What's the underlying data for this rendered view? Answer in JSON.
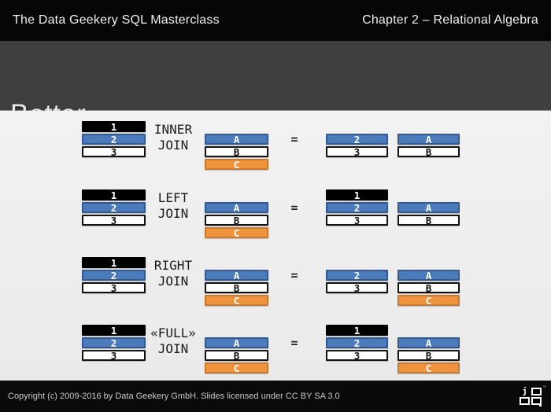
{
  "topbar": {
    "left": "The Data Geekery SQL Masterclass",
    "right": "Chapter 2 – Relational Algebra"
  },
  "title": "Better",
  "equals": "=",
  "colors": {
    "bar_blue": "#4b7bbb",
    "bar_blue_border": "#35598c",
    "bar_orange": "#ef943d",
    "bar_orange_border": "#c67a32",
    "bar_black": "#000000",
    "bar_white": "#ffffff",
    "slide_header_bg": "#3f3f3f",
    "top_bottom_bar_bg": "#060606",
    "content_bg": "#eeeeee"
  },
  "rows": [
    {
      "label_line1": "INNER",
      "label_line2": "JOIN",
      "source_table": [
        {
          "label": "1",
          "color": "black",
          "slot": 1
        },
        {
          "label": "2",
          "color": "blue",
          "slot": 2
        },
        {
          "label": "3",
          "color": "white",
          "slot": 3
        }
      ],
      "middle_table": [
        {
          "label": "A",
          "color": "blue",
          "slot": 2
        },
        {
          "label": "B",
          "color": "white",
          "slot": 3
        },
        {
          "label": "C",
          "color": "orange",
          "slot": 4
        }
      ],
      "result_left": [
        {
          "label": "2",
          "color": "blue",
          "slot": 2
        },
        {
          "label": "3",
          "color": "white",
          "slot": 3
        }
      ],
      "result_right": [
        {
          "label": "A",
          "color": "blue",
          "slot": 2
        },
        {
          "label": "B",
          "color": "white",
          "slot": 3
        }
      ]
    },
    {
      "label_line1": "LEFT",
      "label_line2": "JOIN",
      "source_table": [
        {
          "label": "1",
          "color": "black",
          "slot": 1
        },
        {
          "label": "2",
          "color": "blue",
          "slot": 2
        },
        {
          "label": "3",
          "color": "white",
          "slot": 3
        }
      ],
      "middle_table": [
        {
          "label": "A",
          "color": "blue",
          "slot": 2
        },
        {
          "label": "B",
          "color": "white",
          "slot": 3
        },
        {
          "label": "C",
          "color": "orange",
          "slot": 4
        }
      ],
      "result_left": [
        {
          "label": "1",
          "color": "black",
          "slot": 1
        },
        {
          "label": "2",
          "color": "blue",
          "slot": 2
        },
        {
          "label": "3",
          "color": "white",
          "slot": 3
        }
      ],
      "result_right": [
        {
          "label": "A",
          "color": "blue",
          "slot": 2
        },
        {
          "label": "B",
          "color": "white",
          "slot": 3
        }
      ]
    },
    {
      "label_line1": "RIGHT",
      "label_line2": "JOIN",
      "source_table": [
        {
          "label": "1",
          "color": "black",
          "slot": 1
        },
        {
          "label": "2",
          "color": "blue",
          "slot": 2
        },
        {
          "label": "3",
          "color": "white",
          "slot": 3
        }
      ],
      "middle_table": [
        {
          "label": "A",
          "color": "blue",
          "slot": 2
        },
        {
          "label": "B",
          "color": "white",
          "slot": 3
        },
        {
          "label": "C",
          "color": "orange",
          "slot": 4
        }
      ],
      "result_left": [
        {
          "label": "2",
          "color": "blue",
          "slot": 2
        },
        {
          "label": "3",
          "color": "white",
          "slot": 3
        }
      ],
      "result_right": [
        {
          "label": "A",
          "color": "blue",
          "slot": 2
        },
        {
          "label": "B",
          "color": "white",
          "slot": 3
        },
        {
          "label": "C",
          "color": "orange",
          "slot": 4
        }
      ]
    },
    {
      "label_line1": "«FULL»",
      "label_line2": "JOIN",
      "source_table": [
        {
          "label": "1",
          "color": "black",
          "slot": 1
        },
        {
          "label": "2",
          "color": "blue",
          "slot": 2
        },
        {
          "label": "3",
          "color": "white",
          "slot": 3
        }
      ],
      "middle_table": [
        {
          "label": "A",
          "color": "blue",
          "slot": 2
        },
        {
          "label": "B",
          "color": "white",
          "slot": 3
        },
        {
          "label": "C",
          "color": "orange",
          "slot": 4
        }
      ],
      "result_left": [
        {
          "label": "1",
          "color": "black",
          "slot": 1
        },
        {
          "label": "2",
          "color": "blue",
          "slot": 2
        },
        {
          "label": "3",
          "color": "white",
          "slot": 3
        }
      ],
      "result_right": [
        {
          "label": "A",
          "color": "blue",
          "slot": 2
        },
        {
          "label": "B",
          "color": "white",
          "slot": 3
        },
        {
          "label": "C",
          "color": "orange",
          "slot": 4
        }
      ]
    }
  ],
  "footer": {
    "copyright": "Copyright (c) 2009-2016 by Data Geekery GmbH. Slides licensed under CC BY SA 3.0",
    "logo": {
      "letters": [
        "j",
        "o",
        "o",
        "q"
      ],
      "tm": "™"
    }
  }
}
